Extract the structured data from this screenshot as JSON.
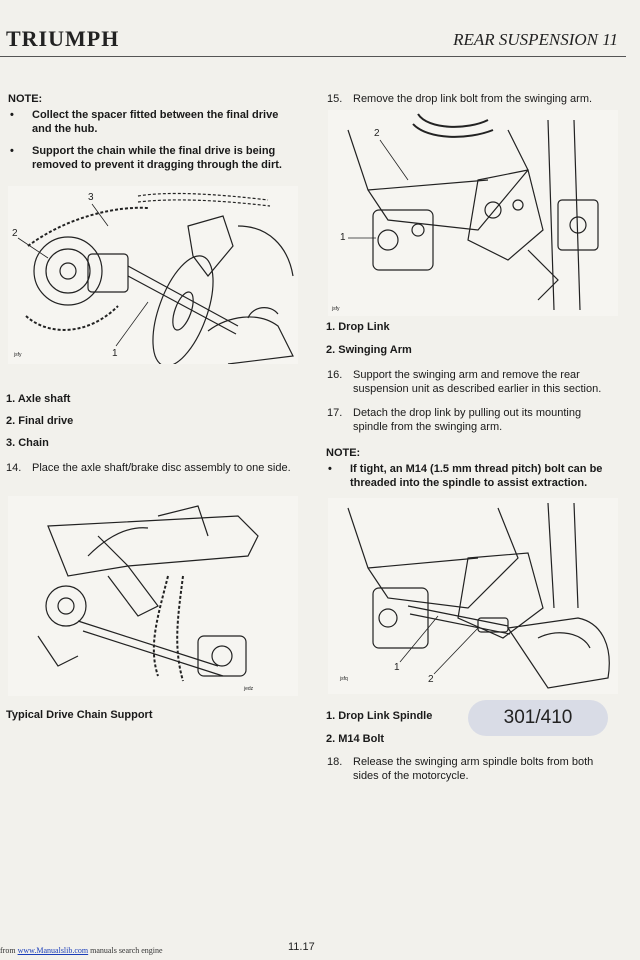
{
  "header": {
    "brand": "TRIUMPH",
    "section": "REAR SUSPENSION 11"
  },
  "left": {
    "note_heading": "NOTE:",
    "notes": [
      "Collect the spacer fitted between the final drive and the hub.",
      "Support the chain while the final drive is being removed to prevent it dragging through the dirt."
    ],
    "fig1": {
      "code": "jsfy",
      "callouts": [
        "1",
        "2",
        "3"
      ]
    },
    "legend": [
      "1. Axle shaft",
      "2. Final drive",
      "3. Chain"
    ],
    "step14": {
      "num": "14.",
      "text": "Place the axle shaft/brake disc assembly to one side."
    },
    "fig2": {
      "code": "jedz"
    },
    "fig2_caption": "Typical Drive Chain Support"
  },
  "right": {
    "step15": {
      "num": "15.",
      "text": "Remove the drop link bolt from the swinging arm."
    },
    "fig3": {
      "code": "jsfy",
      "callouts": [
        "1",
        "2"
      ]
    },
    "legend1": [
      "1. Drop Link",
      "2. Swinging Arm"
    ],
    "step16": {
      "num": "16.",
      "text": "Support the swinging arm and remove the rear suspension unit as described earlier in this section."
    },
    "step17": {
      "num": "17.",
      "text": "Detach the drop link by pulling out its mounting spindle from the swinging arm."
    },
    "note_heading": "NOTE:",
    "note": "If tight, an M14 (1.5 mm thread pitch) bolt can be threaded into the spindle to assist extraction.",
    "fig4": {
      "code": "jsfq",
      "callouts": [
        "1",
        "2"
      ]
    },
    "legend2": [
      "1. Drop Link Spindle",
      "2. M14 Bolt"
    ],
    "step18": {
      "num": "18.",
      "text": "Release the swinging arm spindle bolts from both sides of the motorcycle."
    }
  },
  "page_counter": "301/410",
  "footer": {
    "prefix": "from ",
    "link": "www.Manualslib.com",
    "suffix": " manuals search engine",
    "page_number": "11.17"
  }
}
